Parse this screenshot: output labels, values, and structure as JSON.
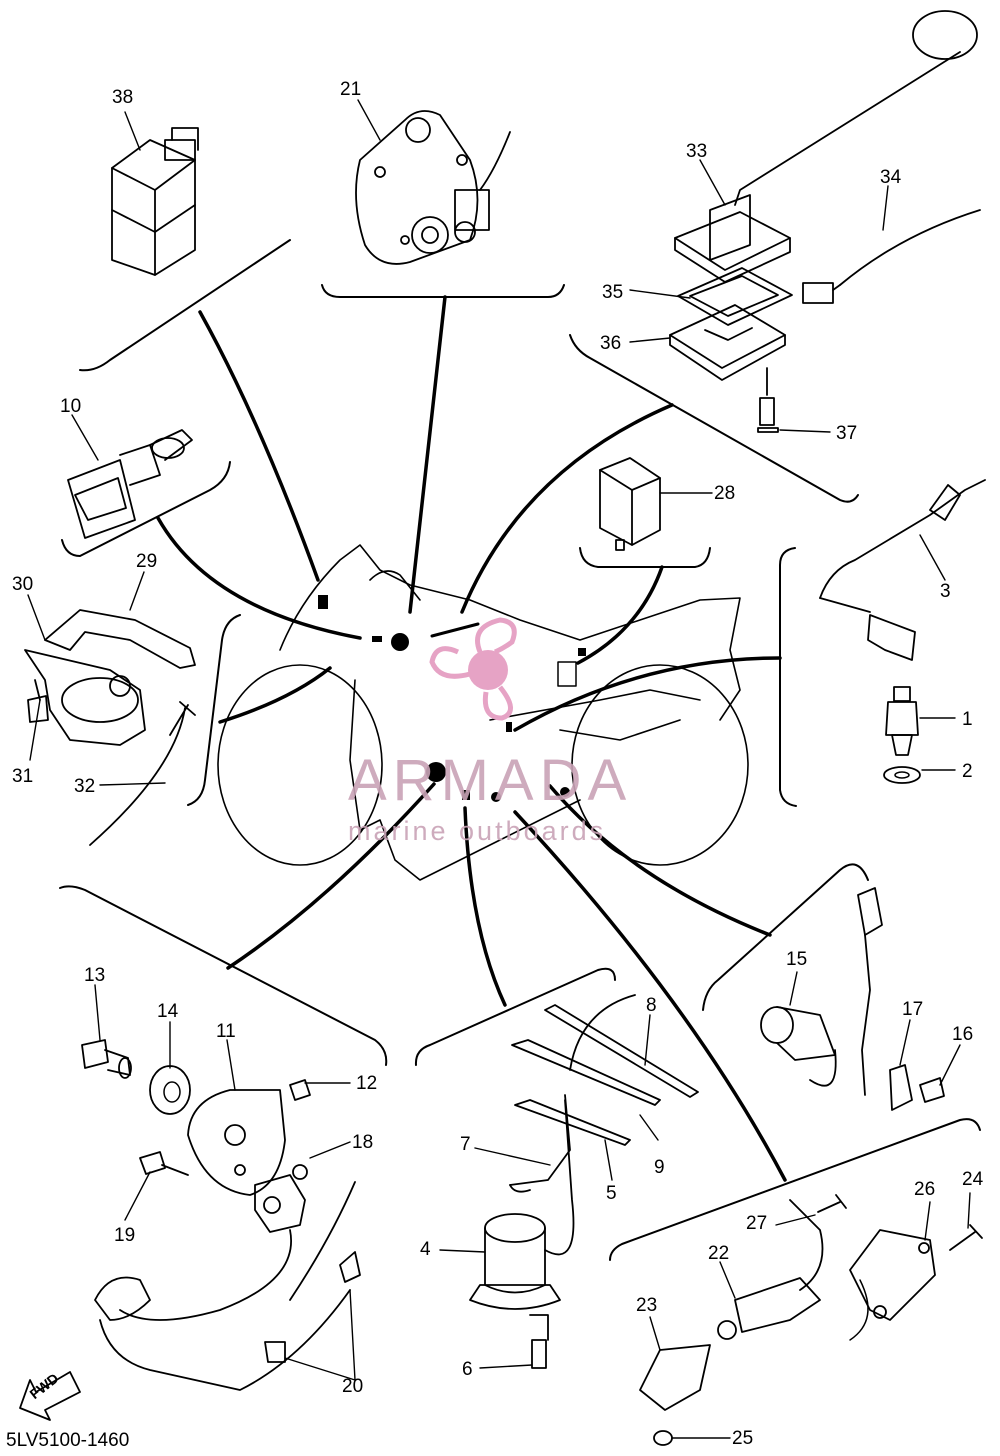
{
  "diagram": {
    "code": "5LV5100-1460",
    "fwd_label": "FWD",
    "watermark": {
      "title": "ARMADA",
      "subtitle": "marine outboards"
    },
    "callouts": [
      "1",
      "2",
      "3",
      "4",
      "5",
      "6",
      "7",
      "8",
      "9",
      "10",
      "11",
      "12",
      "13",
      "14",
      "15",
      "16",
      "17",
      "18",
      "19",
      "20",
      "21",
      "22",
      "23",
      "24",
      "25",
      "26",
      "27",
      "28",
      "29",
      "30",
      "31",
      "32",
      "33",
      "34",
      "35",
      "36",
      "37",
      "38"
    ]
  },
  "colors": {
    "line": "#000000",
    "watermark": "#d7a0bd",
    "background": "#ffffff"
  }
}
